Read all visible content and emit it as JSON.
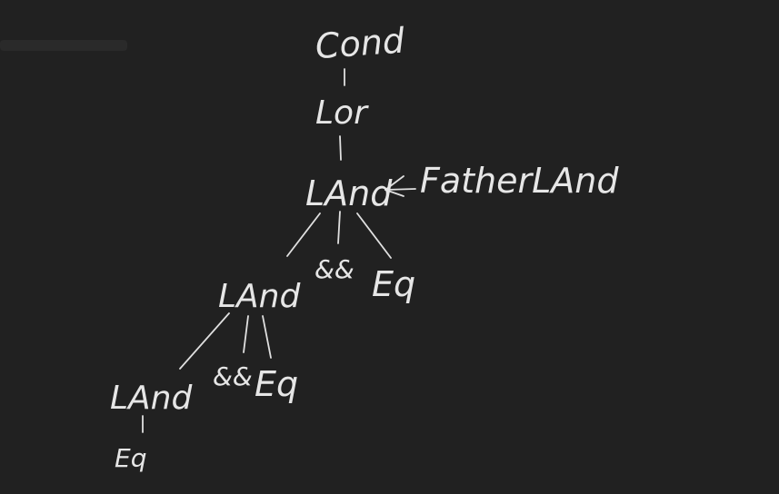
{
  "nodes": {
    "cond": "Cond",
    "lor": "Lor",
    "land_top": "LAnd",
    "annotation": "FatherLAnd",
    "and_top": "&&",
    "eq_top": "Eq",
    "land_mid": "LAnd",
    "and_mid": "&&",
    "eq_mid": "Eq",
    "land_bottom": "LAnd",
    "eq_bottom": "Eq"
  },
  "colors": {
    "background": "#212121",
    "ink": "#e6e6e6"
  },
  "icons": {
    "annotation_pointer": "arrow-left-icon"
  }
}
